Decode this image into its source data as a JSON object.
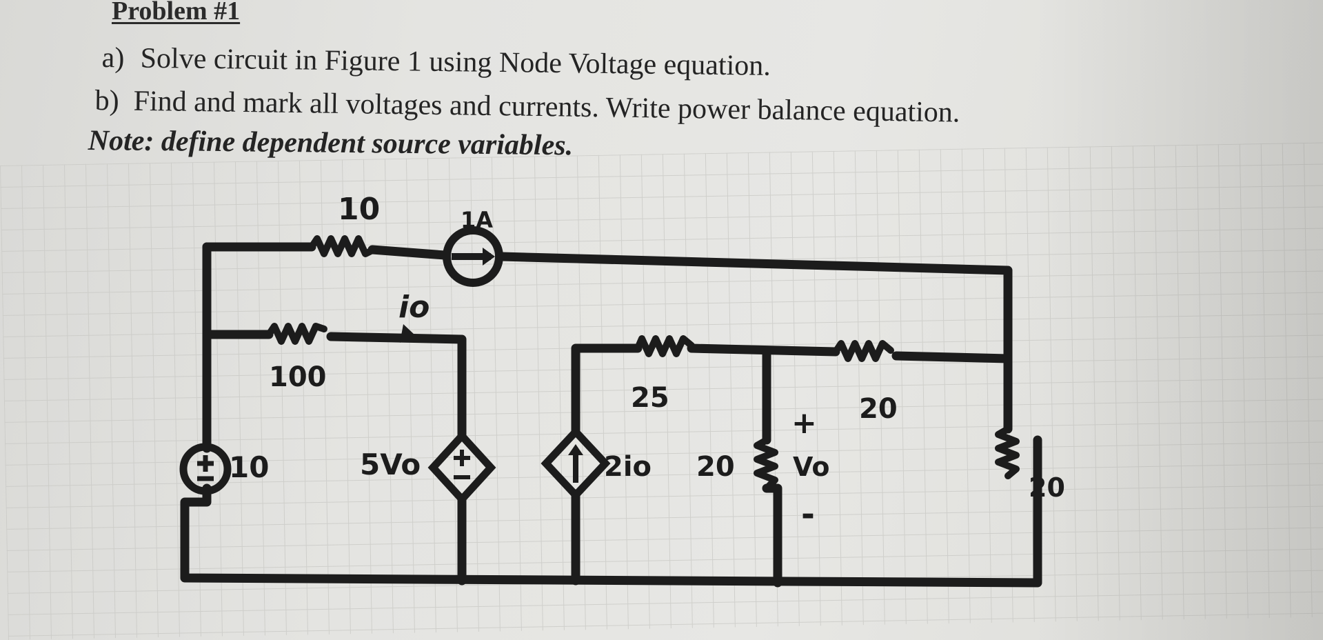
{
  "problem": {
    "title": "Problem #1",
    "item_a_letter": "a)",
    "item_a_text": "Solve circuit in Figure 1 using Node Voltage equation.",
    "item_b_letter": "b)",
    "item_b_text": "Find and mark all voltages and currents. Write power balance equation.",
    "note": "Note: define dependent source variables."
  },
  "circuit": {
    "r_top_label": "10",
    "current_source_label": "1A",
    "r_left_label": "100",
    "current_label": "io",
    "voltage_source_label": "10",
    "dep_voltage_label": "5Vo",
    "r_mid_label": "25",
    "dep_current_label": "2io",
    "r_shunt_label": "20",
    "r_right_series_label": "20",
    "vo_plus": "+",
    "vo_label": "Vo",
    "vo_minus": "-",
    "r_far_right_label": "20",
    "ink_color": "#1c1c1c"
  }
}
